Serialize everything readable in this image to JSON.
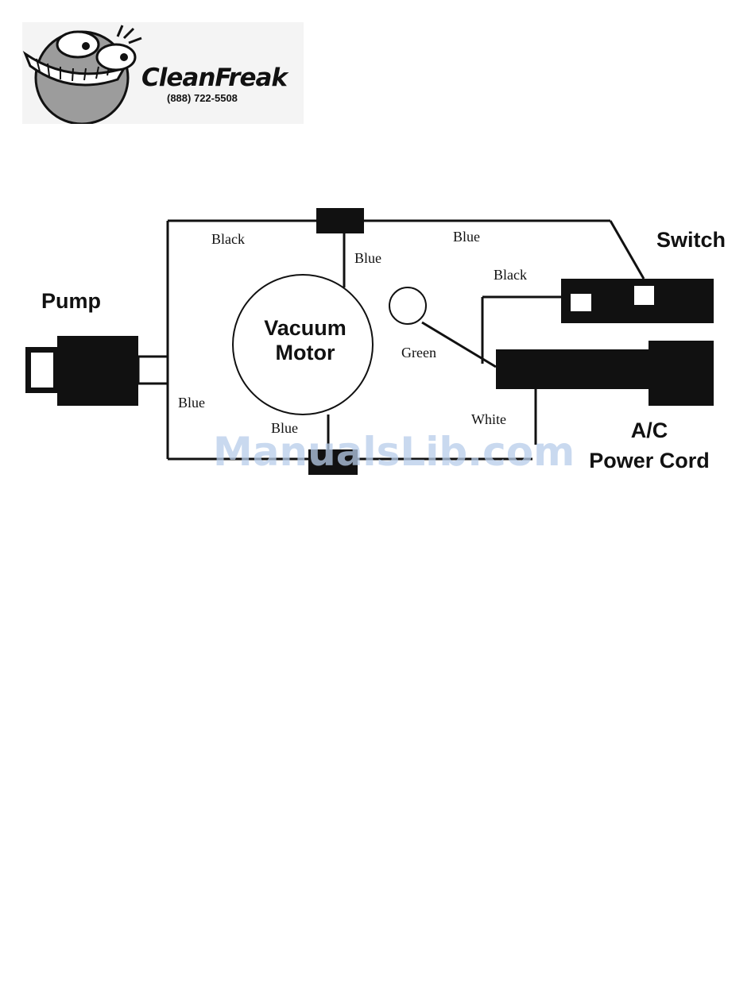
{
  "logo": {
    "brand": "CleanFreak",
    "phone": "(888) 722-5508"
  },
  "diagram": {
    "components": {
      "pump": "Pump",
      "vacuum_motor": [
        "Vacuum",
        "Motor"
      ],
      "switch": "Switch",
      "power_cord": [
        "A/C",
        "Power Cord"
      ]
    },
    "wires": {
      "black_top_left": "Black",
      "blue_top_right": "Blue",
      "blue_motor_top": "Blue",
      "black_switch": "Black",
      "green_ground": "Green",
      "blue_left": "Blue",
      "blue_motor_bottom": "Blue",
      "white_cord": "White"
    }
  },
  "watermark": "ManualsLib.com"
}
